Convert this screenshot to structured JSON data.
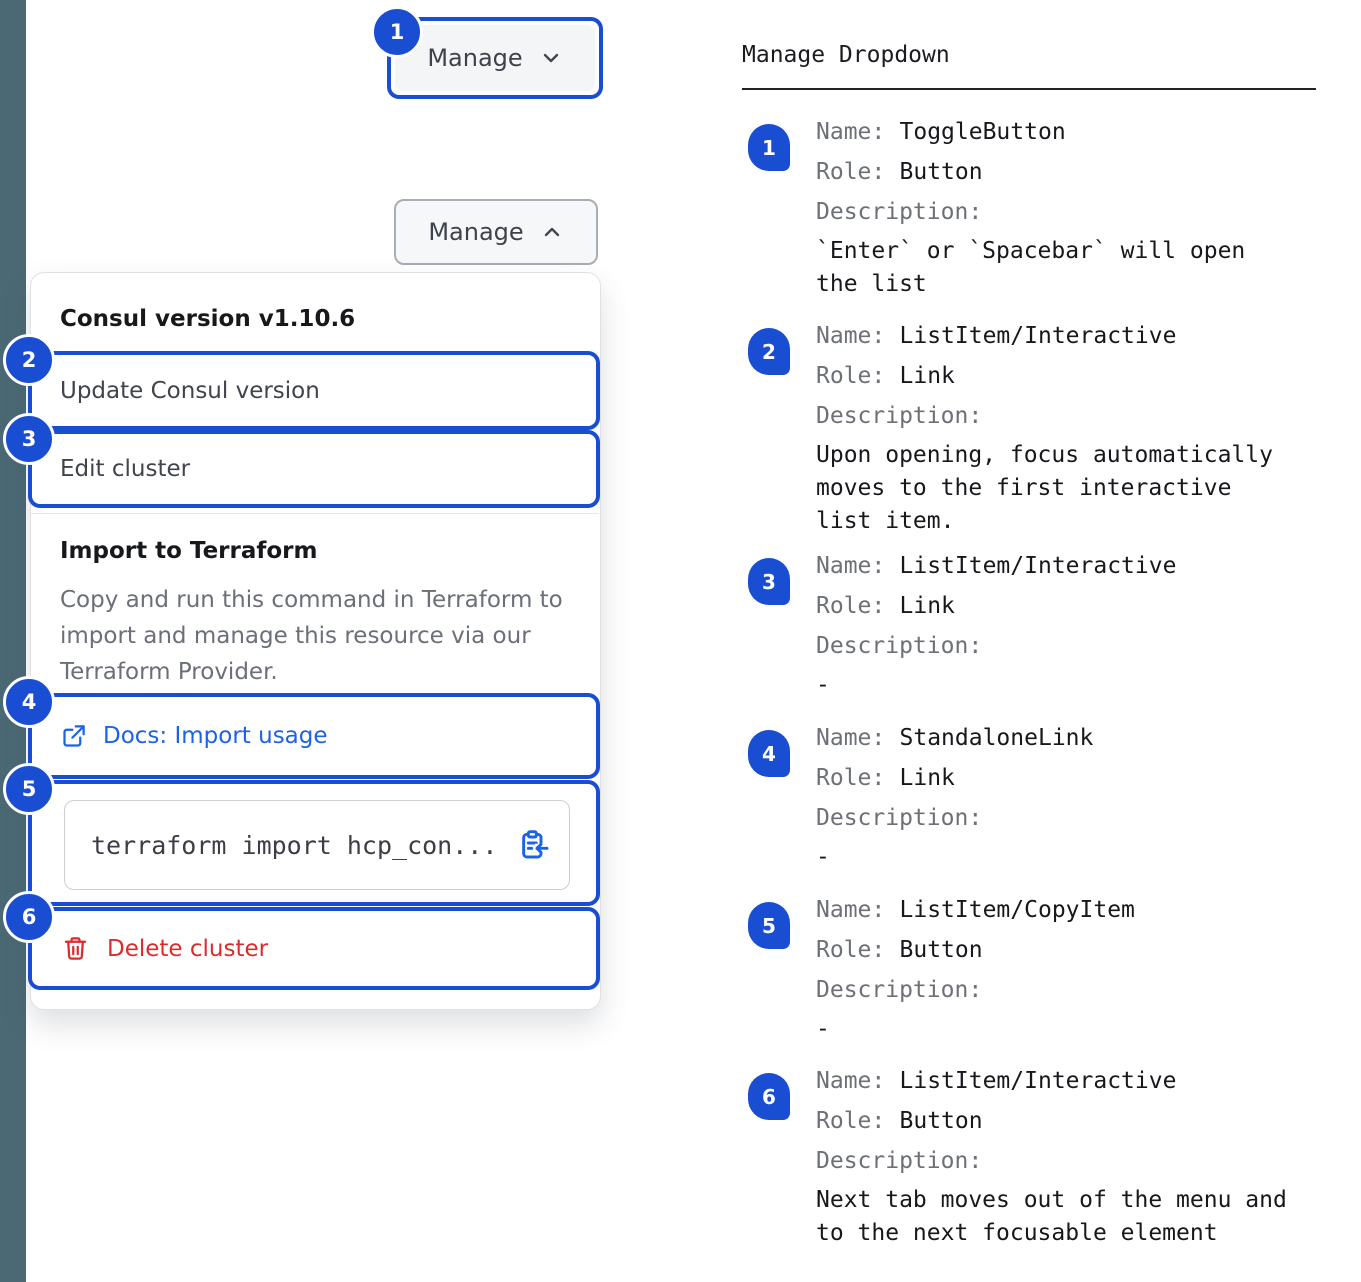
{
  "colors": {
    "annotation_blue": "#1a4ed2",
    "link_blue": "#1c62e8",
    "danger_red": "#dd2b2b",
    "sidebar_slate": "#4b6974"
  },
  "component": {
    "toggle_button_collapsed": {
      "label": "Manage",
      "icon": "chevron-down-icon"
    },
    "toggle_button_expanded": {
      "label": "Manage",
      "icon": "chevron-up-icon"
    },
    "dropdown": {
      "version_title": "Consul version v1.10.6",
      "update_item": "Update Consul version",
      "edit_item": "Edit cluster",
      "import_title": "Import to Terraform",
      "import_description": "Copy and run this command in Terraform to import and manage this resource via our Terraform Provider.",
      "docs_link": {
        "label": "Docs: Import usage",
        "icon": "external-link-icon"
      },
      "copy_item": {
        "command": "terraform import hcp_con...",
        "icon": "clipboard-copy-icon"
      },
      "delete_item": {
        "label": "Delete cluster",
        "icon": "trash-icon"
      }
    }
  },
  "annotations": {
    "title": "Manage Dropdown",
    "labels": {
      "name": "Name:",
      "role": "Role:",
      "description": "Description:"
    },
    "items": [
      {
        "num": "1",
        "name": "ToggleButton",
        "role": "Button",
        "description": "`Enter` or `Spacebar` will open the list"
      },
      {
        "num": "2",
        "name": "ListItem/Interactive",
        "role": "Link",
        "description": "Upon opening, focus automatically moves to the first interactive list item."
      },
      {
        "num": "3",
        "name": "ListItem/Interactive",
        "role": "Link",
        "description": "-"
      },
      {
        "num": "4",
        "name": "StandaloneLink",
        "role": "Link",
        "description": "-"
      },
      {
        "num": "5",
        "name": "ListItem/CopyItem",
        "role": "Button",
        "description": "-"
      },
      {
        "num": "6",
        "name": "ListItem/Interactive",
        "role": "Button",
        "description": "Next tab moves out of the menu and to the next focusable element"
      }
    ]
  }
}
